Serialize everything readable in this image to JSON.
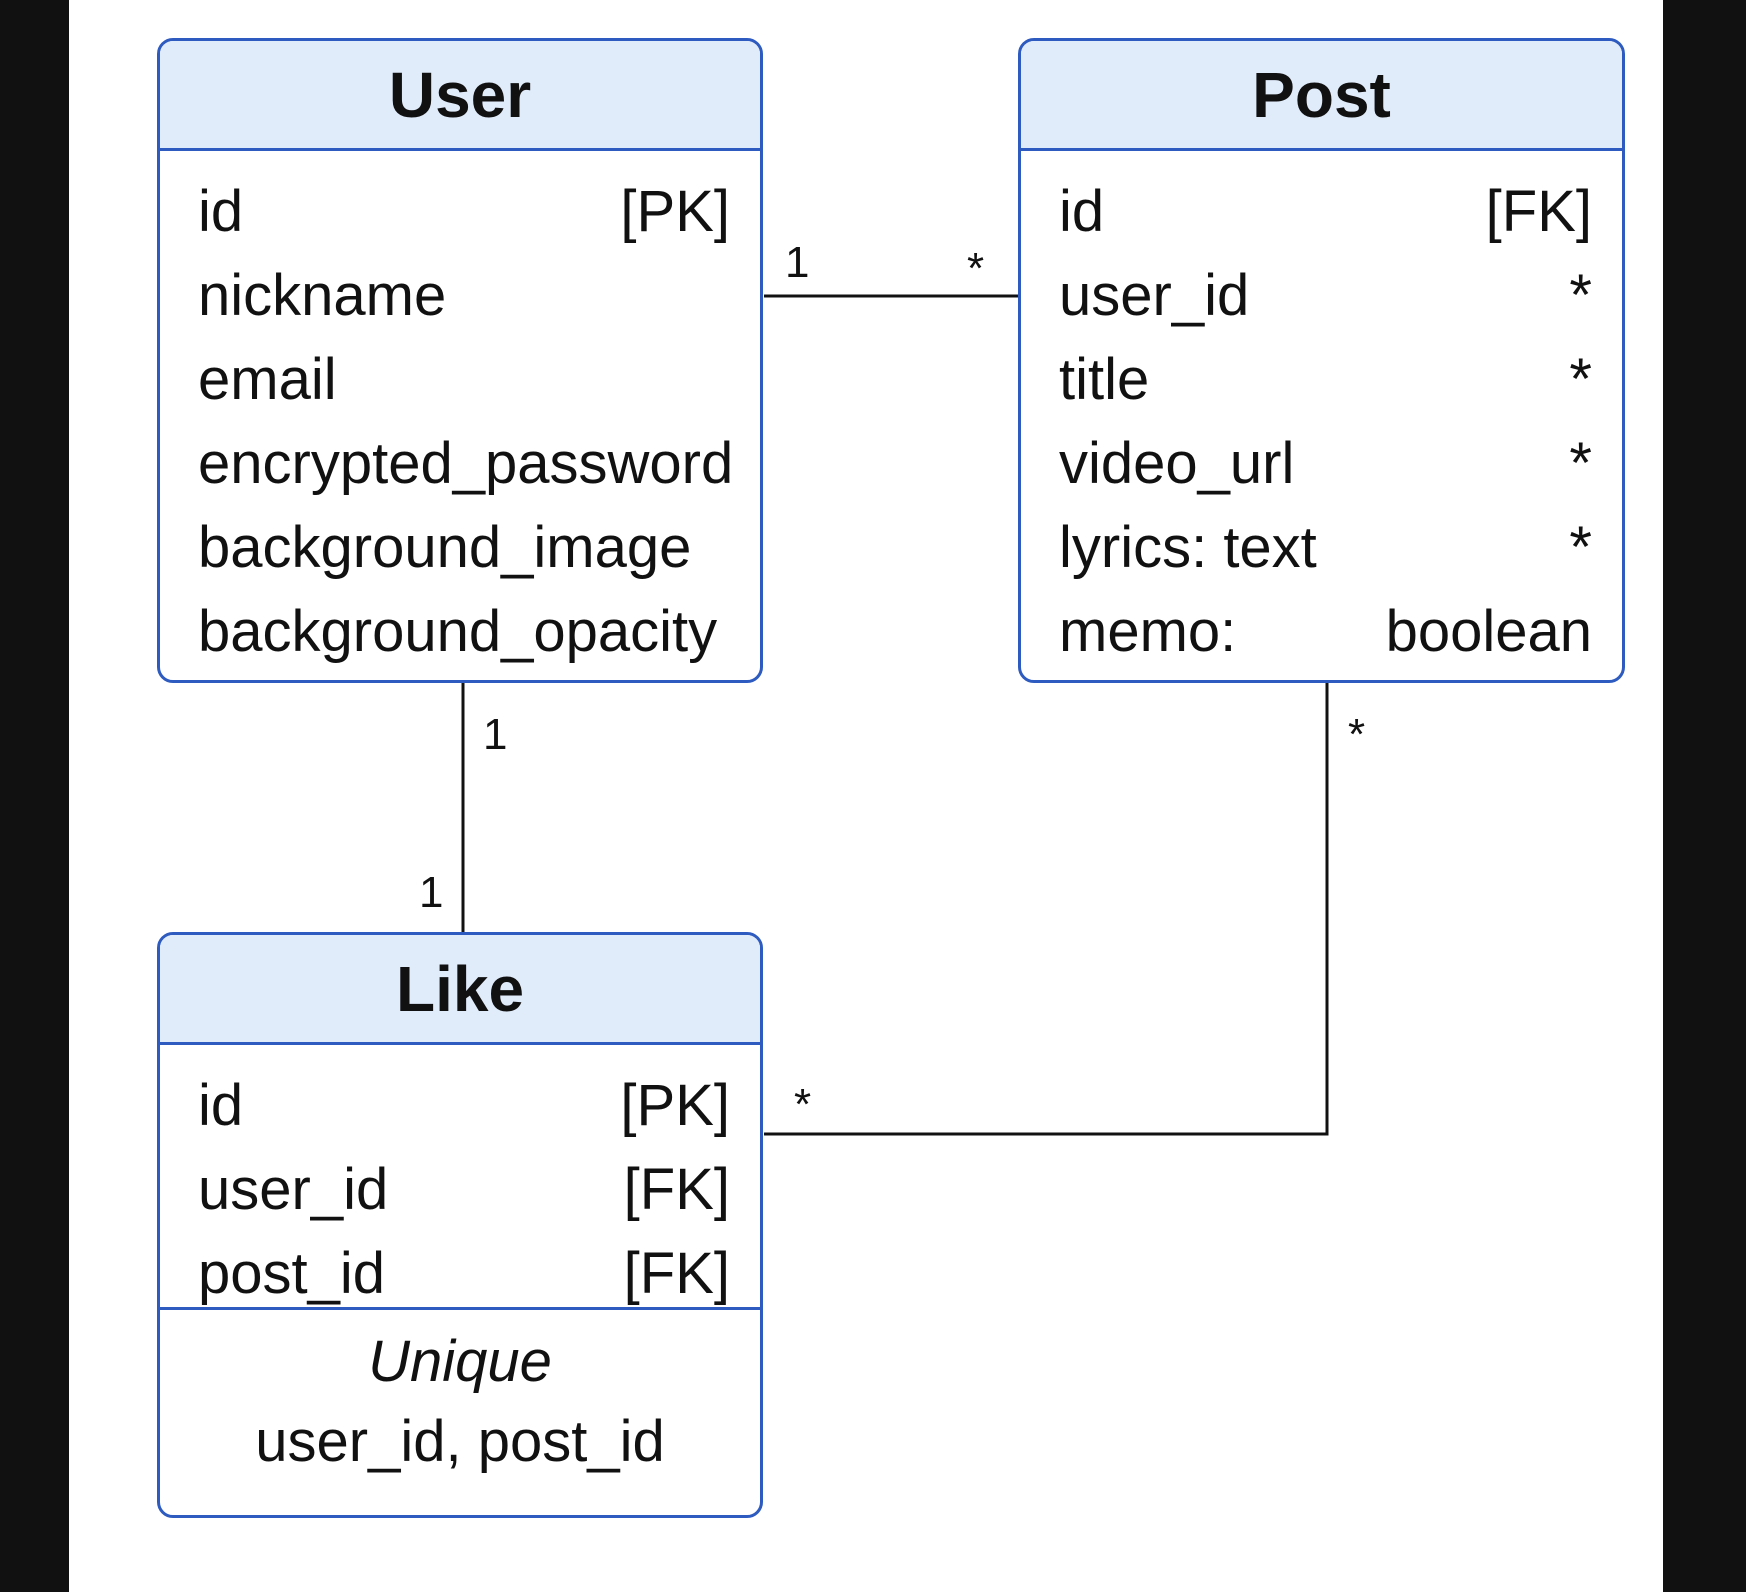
{
  "entities": {
    "user": {
      "name": "User",
      "attributes": [
        {
          "name": "id",
          "tag": "[PK]"
        },
        {
          "name": "nickname",
          "tag": ""
        },
        {
          "name": "email",
          "tag": ""
        },
        {
          "name": "encrypted_password",
          "tag": ""
        },
        {
          "name": "background_image",
          "tag": ""
        },
        {
          "name": "background_opacity",
          "tag": ""
        }
      ]
    },
    "post": {
      "name": "Post",
      "attributes": [
        {
          "name": "id",
          "tag": "[FK]"
        },
        {
          "name": "user_id",
          "tag": "*"
        },
        {
          "name": "title",
          "tag": "*"
        },
        {
          "name": "video_url",
          "tag": "*"
        },
        {
          "name": "lyrics: text",
          "tag": "*"
        },
        {
          "name": "memo:",
          "tag": "boolean"
        }
      ]
    },
    "like": {
      "name": "Like",
      "attributes": [
        {
          "name": "id",
          "tag": "[PK]"
        },
        {
          "name": "user_id",
          "tag": "[FK]"
        },
        {
          "name": "post_id",
          "tag": "[FK]"
        }
      ],
      "constraint": {
        "title": "Unique",
        "value": "user_id, post_id"
      }
    }
  },
  "relationships": {
    "user_post": {
      "from_mult": "1",
      "to_mult": "*"
    },
    "user_like": {
      "from_mult": "1",
      "to_mult": "1"
    },
    "post_like": {
      "from_mult": "*",
      "to_mult": "*"
    }
  },
  "colors": {
    "border": "#2e5bbf",
    "header_fill": "#e1ecfb",
    "line": "#111111"
  }
}
